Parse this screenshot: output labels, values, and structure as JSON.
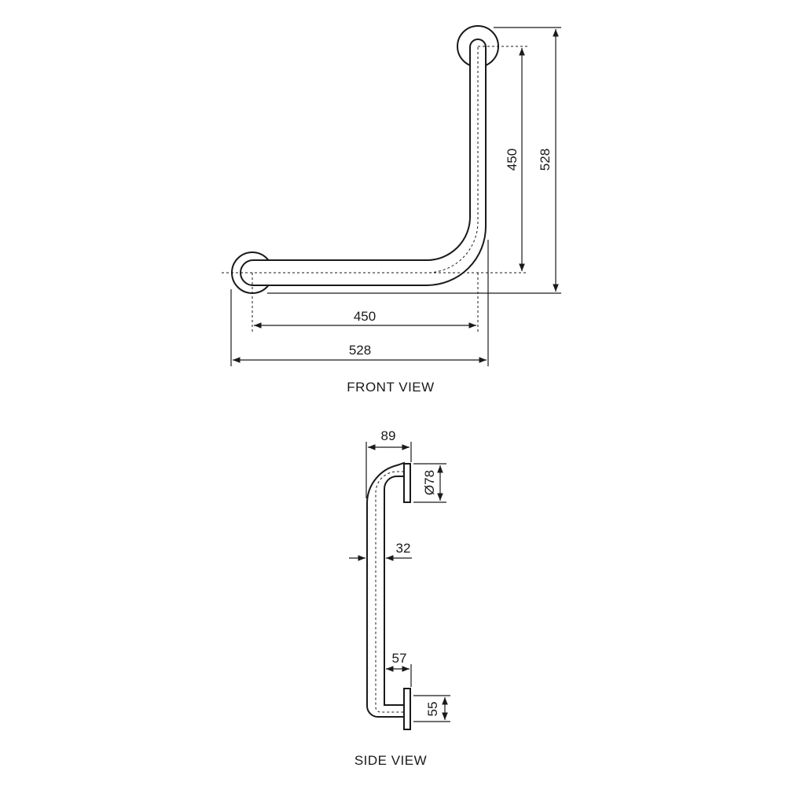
{
  "front_view": {
    "title": "FRONT VIEW",
    "dims": {
      "vertical_inner": "450",
      "vertical_outer": "528",
      "horizontal_inner": "450",
      "horizontal_outer": "528"
    }
  },
  "side_view": {
    "title": "SIDE VIEW",
    "dims": {
      "projection": "89",
      "flange_diameter": "Ø78",
      "tube_diameter": "32",
      "wall_clearance": "57",
      "flange_depth": "55"
    }
  },
  "colors": {
    "line": "#1a1a1a",
    "background": "#ffffff"
  }
}
